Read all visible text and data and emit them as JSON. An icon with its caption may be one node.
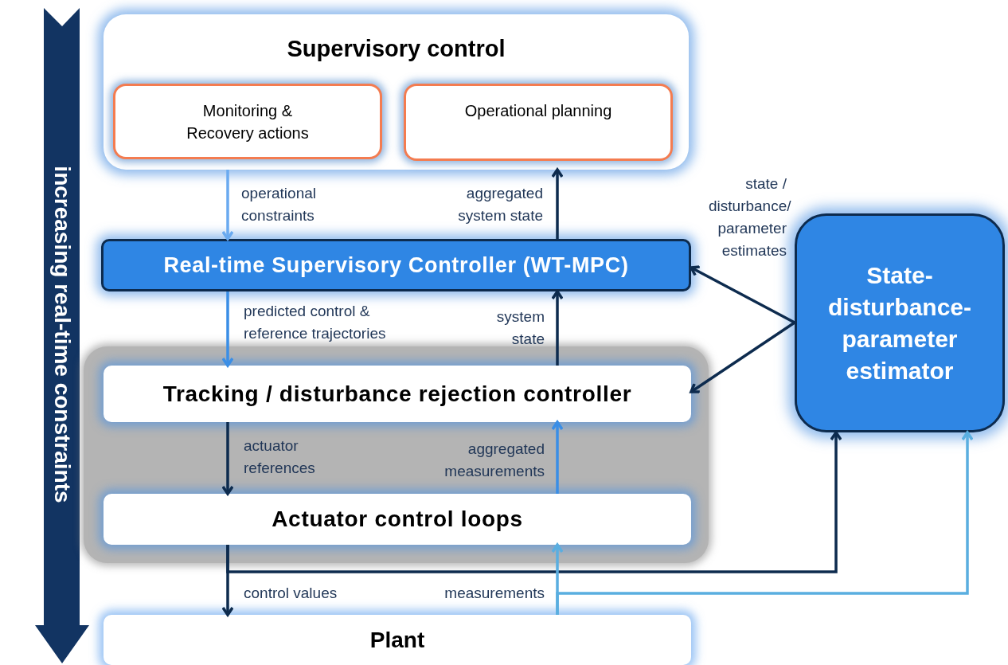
{
  "diagram": {
    "nodes": [
      {
        "text": [
          "Supervisory control"
        ]
      },
      {
        "text": [
          "Monitoring & Recovery actions"
        ],
        "in": 0
      },
      {
        "text": [
          "Operational planning"
        ],
        "in": 0
      },
      {
        "text": [
          "Real-time Supervisory Controller (WT-MPC)"
        ]
      },
      {
        "text": [],
        "shape": "box"
      },
      {
        "text": [
          "Tracking / disturbance rejection controller"
        ],
        "in": 4
      },
      {
        "text": [
          "Actuator control loops"
        ],
        "in": 4
      },
      {
        "text": [
          "Plant"
        ]
      },
      {
        "text": [
          "State-disturbance-parameter estimator"
        ]
      }
    ],
    "edges": [
      {
        "from": 0,
        "to": 3,
        "arrow": "to",
        "label": "operational constraints",
        "color": "#6aaaf0"
      },
      {
        "from": 3,
        "to": 0,
        "arrow": "to",
        "label": "aggregated system state"
      },
      {
        "from": 3,
        "to": 5,
        "arrow": "to",
        "label": "predicted control & reference trajectories",
        "color": "#3a8ee6"
      },
      {
        "from": 5,
        "to": 3,
        "arrow": "to",
        "label": "system state"
      },
      {
        "from": 5,
        "to": 6,
        "arrow": "to",
        "label": "actuator references"
      },
      {
        "from": 6,
        "to": 5,
        "arrow": "to",
        "label": "aggregated measurements",
        "color": "#3a8ee6"
      },
      {
        "from": 6,
        "to": 7,
        "arrow": "to",
        "label": "control values"
      },
      {
        "from": 6,
        "to": 8,
        "arrow": "to"
      },
      {
        "from": 7,
        "to": 6,
        "arrow": "to",
        "label": "measurements",
        "color": "#5aaee0"
      },
      {
        "from": 7,
        "to": 8,
        "arrow": "to",
        "color": "#5aaee0"
      },
      {
        "from": 8,
        "to": 3,
        "arrow": "to",
        "label": "state / disturbance/ parameter estimates"
      },
      {
        "from": 8,
        "to": 5,
        "arrow": "to"
      }
    ],
    "labels": [
      "increasing real-time constraints"
    ]
  }
}
